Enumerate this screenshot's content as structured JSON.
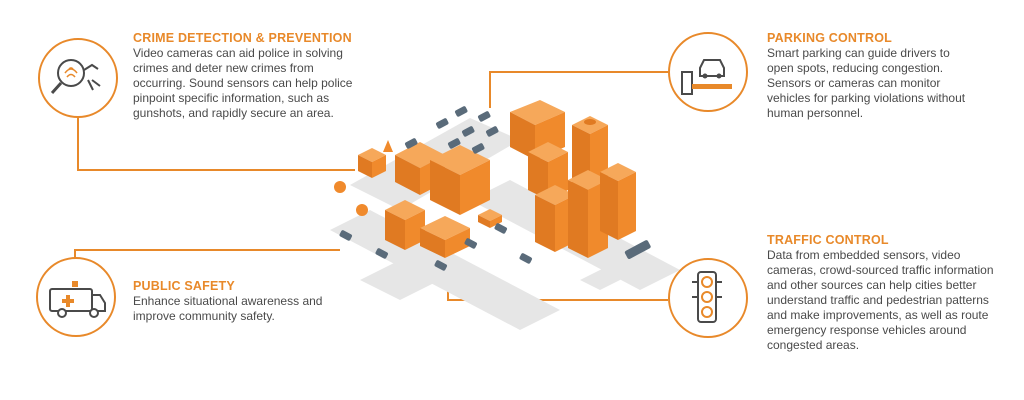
{
  "colors": {
    "accent": "#e8892a",
    "text": "#4a4a4a",
    "building": "#f08a2c",
    "road": "#e4e4e4",
    "car": "#5a6b7a"
  },
  "sections": {
    "crime": {
      "title": "CRIME DETECTION & PREVENTION",
      "body": "Video cameras can aid police in solving crimes and deter new crimes from occurring. Sound sensors can help police pinpoint specific information, such as gunshots, and rapidly secure an area.",
      "icon": "fingerprint-magnifier-icon"
    },
    "parking": {
      "title": "PARKING CONTROL",
      "body": "Smart parking can guide drivers to open spots, reducing congestion. Sensors or cameras can monitor vehicles for parking violations without human personnel.",
      "icon": "car-parking-gate-icon"
    },
    "safety": {
      "title": "PUBLIC SAFETY",
      "body": "Enhance situational awareness and improve community safety.",
      "icon": "ambulance-icon"
    },
    "traffic": {
      "title": "TRAFFIC CONTROL",
      "body": "Data from embedded sensors, video cameras, crowd-sourced traffic information and other sources can help cities better understand traffic and pedestrian patterns and make improvements, as well as route emergency response vehicles around congested areas.",
      "icon": "traffic-light-icon"
    }
  }
}
